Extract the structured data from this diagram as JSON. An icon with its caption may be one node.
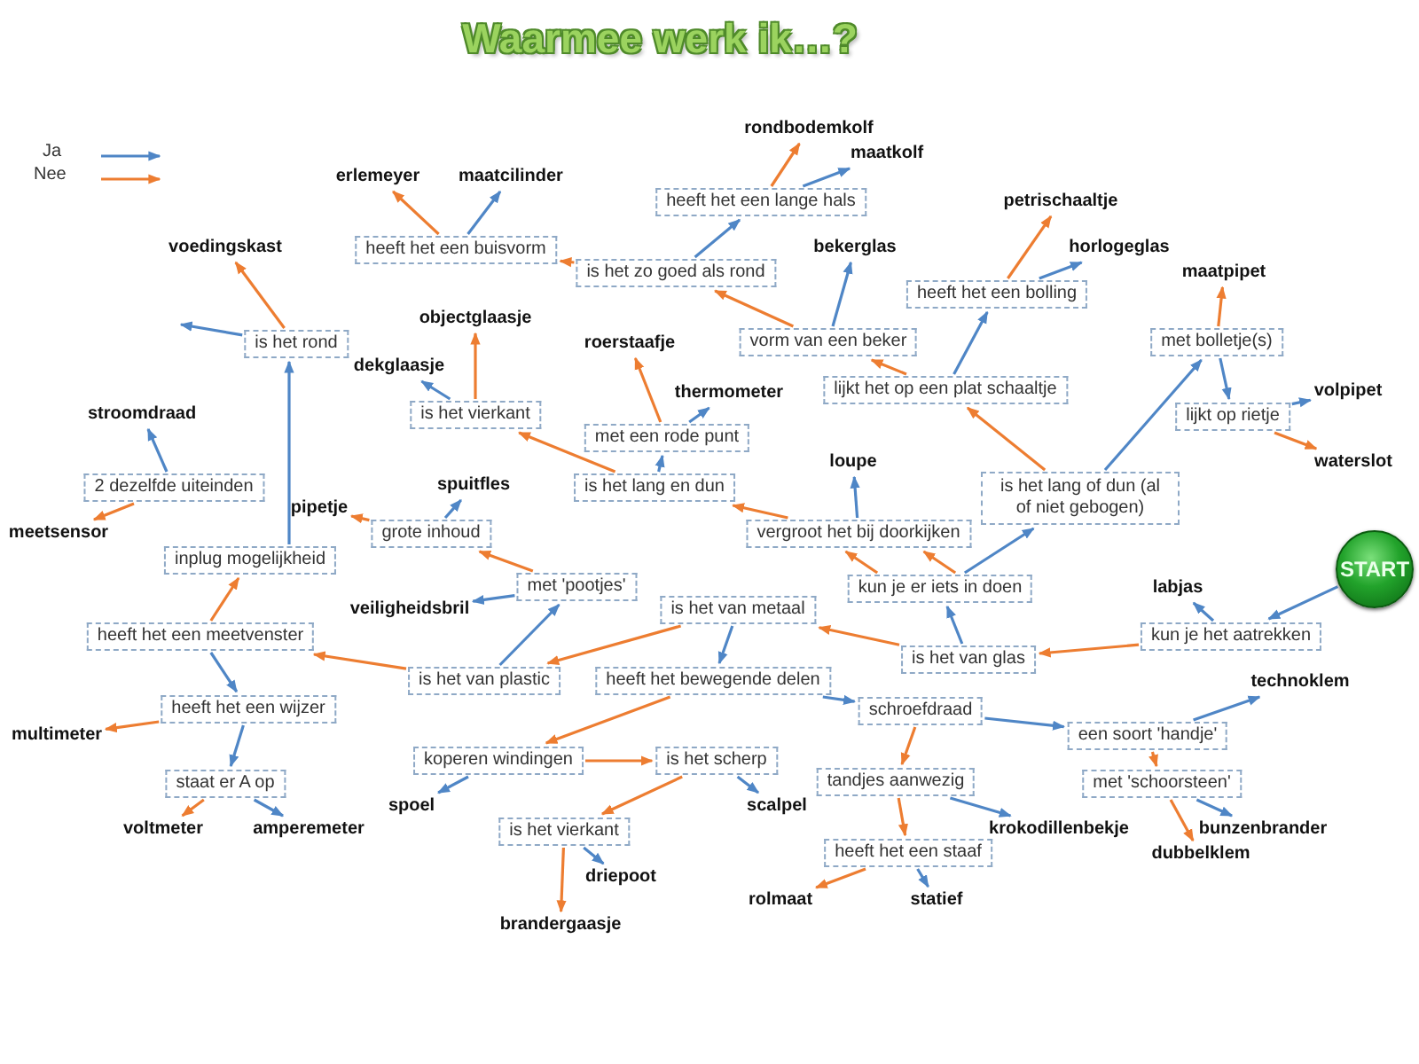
{
  "diagram": {
    "title": "Waarmee werk ik…?",
    "nodes": [
      {
        "text": [
          "rondbodemkolf"
        ]
      },
      {
        "text": [
          "maatkolf"
        ]
      },
      {
        "text": [
          "heeft het een lange hals"
        ]
      },
      {
        "text": [
          "erlemeyer"
        ]
      },
      {
        "text": [
          "maatcilinder"
        ]
      },
      {
        "text": [
          "heeft het een buisvorm"
        ]
      },
      {
        "text": [
          "petrischaaltje"
        ]
      },
      {
        "text": [
          "voedingskast"
        ]
      },
      {
        "text": [
          "bekerglas"
        ]
      },
      {
        "text": [
          "horlogeglas"
        ]
      },
      {
        "text": [
          "is het zo goed als rond"
        ]
      },
      {
        "text": [
          "maatpipet"
        ]
      },
      {
        "text": [
          "heeft het een bolling"
        ]
      },
      {
        "text": [
          "objectglaasje"
        ]
      },
      {
        "text": [
          "is het rond"
        ]
      },
      {
        "text": [
          "vorm van een beker"
        ]
      },
      {
        "text": [
          "met bolletje(s)"
        ]
      },
      {
        "text": [
          "roerstaafje"
        ]
      },
      {
        "text": [
          "dekglaasje"
        ]
      },
      {
        "text": [
          "lijkt het op een plat schaaltje"
        ]
      },
      {
        "text": [
          "thermometer"
        ]
      },
      {
        "text": [
          "volpipet"
        ]
      },
      {
        "text": [
          "is het vierkant"
        ]
      },
      {
        "text": [
          "lijkt op rietje"
        ]
      },
      {
        "text": [
          "stroomdraad"
        ]
      },
      {
        "text": [
          "met een rode punt"
        ]
      },
      {
        "text": [
          "spuitfles"
        ]
      },
      {
        "text": [
          "loupe"
        ]
      },
      {
        "text": [
          "waterslot"
        ]
      },
      {
        "text": [
          "2 dezelfde uiteinden"
        ]
      },
      {
        "text": [
          "is het lang en dun"
        ]
      },
      {
        "text": [
          "is het lang of dun (al of niet gebogen)"
        ]
      },
      {
        "text": [
          "meetsensor"
        ]
      },
      {
        "text": [
          "pipetje"
        ]
      },
      {
        "text": [
          "grote inhoud"
        ]
      },
      {
        "text": [
          "vergroot het bij doorkijken"
        ]
      },
      {
        "text": [
          "inplug mogelijkheid"
        ]
      },
      {
        "text": [
          "START"
        ]
      },
      {
        "text": [
          "labjas"
        ]
      },
      {
        "text": [
          "met 'pootjes'"
        ]
      },
      {
        "text": [
          "kun je er iets in doen"
        ]
      },
      {
        "text": [
          "is het van metaal"
        ]
      },
      {
        "text": [
          "veiligheidsbril"
        ]
      },
      {
        "text": [
          "heeft het een meetvenster"
        ]
      },
      {
        "text": [
          "kun je het aatrekken"
        ]
      },
      {
        "text": [
          "is het van glas"
        ]
      },
      {
        "text": [
          "is het van plastic"
        ]
      },
      {
        "text": [
          "heeft het bewegende delen"
        ]
      },
      {
        "text": [
          "technoklem"
        ]
      },
      {
        "text": [
          "heeft het een wijzer"
        ]
      },
      {
        "text": [
          "schroefdraad"
        ]
      },
      {
        "text": [
          "een soort 'handje'"
        ]
      },
      {
        "text": [
          "multimeter"
        ]
      },
      {
        "text": [
          "koperen windingen"
        ]
      },
      {
        "text": [
          "is het scherp"
        ]
      },
      {
        "text": [
          "staat er A op"
        ]
      },
      {
        "text": [
          "tandjes aanwezig"
        ]
      },
      {
        "text": [
          "met 'schoorsteen'"
        ]
      },
      {
        "text": [
          "spoel"
        ]
      },
      {
        "text": [
          "scalpel"
        ]
      },
      {
        "text": [
          "voltmeter"
        ]
      },
      {
        "text": [
          "amperemeter"
        ]
      },
      {
        "text": [
          "krokodillenbekje"
        ]
      },
      {
        "text": [
          "bunzenbrander"
        ]
      },
      {
        "text": [
          "is het vierkant"
        ]
      },
      {
        "text": [
          "heeft het een staaf"
        ]
      },
      {
        "text": [
          "dubbelklem"
        ]
      },
      {
        "text": [
          "driepoot"
        ]
      },
      {
        "text": [
          "rolmaat"
        ]
      },
      {
        "text": [
          "statief"
        ]
      },
      {
        "text": [
          "brandergaasje"
        ]
      }
    ],
    "edges": [
      {
        "from": 37,
        "to": 44,
        "arrow": "to"
      },
      {
        "from": 44,
        "to": 38,
        "arrow": "to"
      },
      {
        "from": 44,
        "to": 45,
        "arrow": "to",
        "color": "#ed7d31"
      },
      {
        "from": 45,
        "to": 40,
        "arrow": "to"
      },
      {
        "from": 45,
        "to": 41,
        "arrow": "to",
        "color": "#ed7d31"
      },
      {
        "from": 40,
        "to": 31,
        "arrow": "to"
      },
      {
        "from": 40,
        "to": 35,
        "arrow": "to",
        "color": "#ed7d31"
      },
      {
        "from": 40,
        "to": 35,
        "arrow": "to",
        "color": "#ed7d31"
      },
      {
        "from": 35,
        "to": 27,
        "arrow": "to"
      },
      {
        "from": 35,
        "to": 30,
        "arrow": "to",
        "color": "#ed7d31"
      },
      {
        "from": 31,
        "to": 16,
        "arrow": "to"
      },
      {
        "from": 31,
        "to": 19,
        "arrow": "to",
        "color": "#ed7d31"
      },
      {
        "from": 19,
        "to": 12,
        "arrow": "to"
      },
      {
        "from": 19,
        "to": 15,
        "arrow": "to",
        "color": "#ed7d31"
      },
      {
        "from": 15,
        "to": 8,
        "arrow": "to"
      },
      {
        "from": 15,
        "to": 10,
        "arrow": "to",
        "color": "#ed7d31"
      },
      {
        "from": 12,
        "to": 9,
        "arrow": "to"
      },
      {
        "from": 12,
        "to": 6,
        "arrow": "to",
        "color": "#ed7d31"
      },
      {
        "from": 16,
        "to": 23,
        "arrow": "to"
      },
      {
        "from": 16,
        "to": 11,
        "arrow": "to",
        "color": "#ed7d31"
      },
      {
        "from": 23,
        "to": 21,
        "arrow": "to"
      },
      {
        "from": 23,
        "to": 28,
        "arrow": "to",
        "color": "#ed7d31"
      },
      {
        "from": 10,
        "to": 2,
        "arrow": "to"
      },
      {
        "from": 10,
        "to": 5,
        "arrow": "to",
        "color": "#ed7d31"
      },
      {
        "from": 2,
        "to": 1,
        "arrow": "to"
      },
      {
        "from": 2,
        "to": 0,
        "arrow": "to",
        "color": "#ed7d31"
      },
      {
        "from": 5,
        "to": 4,
        "arrow": "to"
      },
      {
        "from": 5,
        "to": 3,
        "arrow": "to",
        "color": "#ed7d31"
      },
      {
        "from": 30,
        "to": 25,
        "arrow": "to"
      },
      {
        "from": 30,
        "to": 22,
        "arrow": "to",
        "color": "#ed7d31"
      },
      {
        "from": 25,
        "to": 20,
        "arrow": "to"
      },
      {
        "from": 25,
        "to": 17,
        "arrow": "to",
        "color": "#ed7d31"
      },
      {
        "from": 22,
        "to": 18,
        "arrow": "to"
      },
      {
        "from": 22,
        "to": 13,
        "arrow": "to",
        "color": "#ed7d31"
      },
      {
        "from": 41,
        "to": 47,
        "arrow": "to"
      },
      {
        "from": 41,
        "to": 46,
        "arrow": "to",
        "color": "#ed7d31"
      },
      {
        "from": 46,
        "to": 39,
        "arrow": "to"
      },
      {
        "from": 46,
        "to": 43,
        "arrow": "to",
        "color": "#ed7d31"
      },
      {
        "from": 39,
        "to": 42,
        "arrow": "to"
      },
      {
        "from": 39,
        "to": 34,
        "arrow": "to",
        "color": "#ed7d31"
      },
      {
        "from": 34,
        "to": 26,
        "arrow": "to"
      },
      {
        "from": 34,
        "to": 33,
        "arrow": "to",
        "color": "#ed7d31"
      },
      {
        "from": 43,
        "to": 49,
        "arrow": "to"
      },
      {
        "from": 43,
        "to": 36,
        "arrow": "to",
        "color": "#ed7d31"
      },
      {
        "from": 36,
        "to": 14,
        "arrow": "to"
      },
      {
        "from": 14,
        "to": null,
        "arrow": "to"
      },
      {
        "from": 14,
        "to": 7,
        "arrow": "to",
        "color": "#ed7d31"
      },
      {
        "from": 29,
        "to": 24,
        "arrow": "to"
      },
      {
        "from": 29,
        "to": 32,
        "arrow": "to",
        "color": "#ed7d31"
      },
      {
        "from": 49,
        "to": 55,
        "arrow": "to"
      },
      {
        "from": 49,
        "to": 52,
        "arrow": "to",
        "color": "#ed7d31"
      },
      {
        "from": 55,
        "to": 61,
        "arrow": "to"
      },
      {
        "from": 55,
        "to": 60,
        "arrow": "to",
        "color": "#ed7d31"
      },
      {
        "from": 47,
        "to": 50,
        "arrow": "to"
      },
      {
        "from": 47,
        "to": 53,
        "arrow": "to",
        "color": "#ed7d31"
      },
      {
        "from": 53,
        "to": 58,
        "arrow": "to"
      },
      {
        "from": 53,
        "to": 54,
        "arrow": "to",
        "color": "#ed7d31"
      },
      {
        "from": 54,
        "to": 59,
        "arrow": "to"
      },
      {
        "from": 54,
        "to": 64,
        "arrow": "to",
        "color": "#ed7d31"
      },
      {
        "from": 64,
        "to": 67,
        "arrow": "to"
      },
      {
        "from": 64,
        "to": 70,
        "arrow": "to",
        "color": "#ed7d31"
      },
      {
        "from": 50,
        "to": 51,
        "arrow": "to"
      },
      {
        "from": 50,
        "to": 56,
        "arrow": "to",
        "color": "#ed7d31"
      },
      {
        "from": 56,
        "to": 62,
        "arrow": "to"
      },
      {
        "from": 56,
        "to": 65,
        "arrow": "to",
        "color": "#ed7d31"
      },
      {
        "from": 65,
        "to": 69,
        "arrow": "to"
      },
      {
        "from": 65,
        "to": 68,
        "arrow": "to",
        "color": "#ed7d31"
      },
      {
        "from": 51,
        "to": 48,
        "arrow": "to"
      },
      {
        "from": 51,
        "to": 57,
        "arrow": "to",
        "color": "#ed7d31"
      },
      {
        "from": 57,
        "to": 63,
        "arrow": "to"
      },
      {
        "from": 57,
        "to": 66,
        "arrow": "to",
        "color": "#ed7d31"
      }
    ],
    "legend": [
      {
        "text": "Ja"
      },
      {
        "text": "Nee"
      }
    ]
  }
}
